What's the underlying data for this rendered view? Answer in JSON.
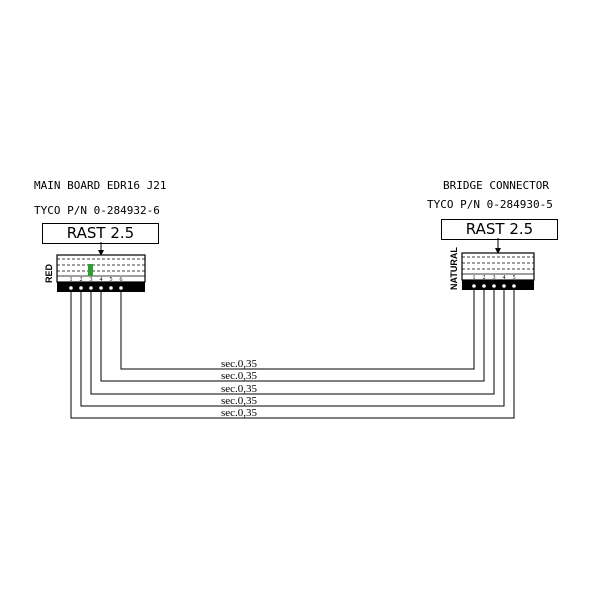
{
  "left": {
    "title": "MAIN BOARD EDR16   J21",
    "part_number": "TYCO P/N 0-284932-6",
    "connector_type": "RAST 2.5",
    "color_label": "RED",
    "pins": [
      "1",
      "2",
      "3",
      "4",
      "5",
      "6"
    ]
  },
  "right": {
    "title": "BRIDGE CONNECTOR",
    "part_number": "TYCO P/N 0-284930-5",
    "connector_type": "RAST 2.5",
    "color_label": "NATURAL",
    "pins": [
      "1",
      "2",
      "3",
      "4",
      "5"
    ]
  },
  "wires": [
    {
      "label": "sec.0,35"
    },
    {
      "label": "sec.0,35"
    },
    {
      "label": "sec.0,35"
    },
    {
      "label": "sec.0,35"
    },
    {
      "label": "sec.0,35"
    }
  ],
  "colors": {
    "line": "#000000",
    "key_mark": "#2e9e2e"
  }
}
